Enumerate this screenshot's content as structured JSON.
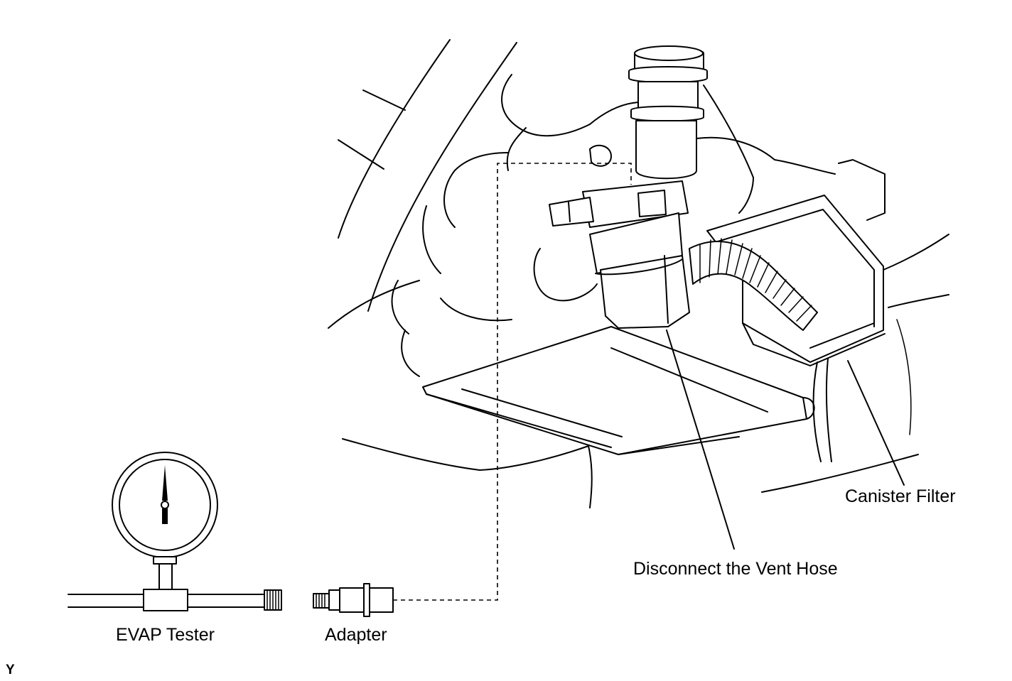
{
  "labels": {
    "canister_filter": "Canister Filter",
    "vent_hose": "Disconnect the Vent Hose",
    "evap_tester": "EVAP Tester",
    "adapter": "Adapter",
    "figure_code": "Y"
  },
  "colors": {
    "line": "#000000",
    "background": "#ffffff"
  }
}
